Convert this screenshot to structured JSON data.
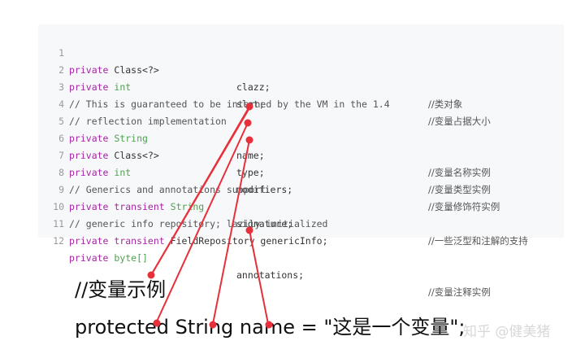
{
  "code": {
    "lines": [
      {
        "num": "1",
        "p1": "private",
        "p2": "Class<?>",
        "field": "clazz;",
        "comment": "//类对象",
        "p2class": "pl"
      },
      {
        "num": "2",
        "p1": "private",
        "p2": "int",
        "field": "slot;",
        "comment": "//变量占据大小",
        "p2class": "ty"
      },
      {
        "num": "3",
        "text": "// This is guaranteed to be interned by the VM in the 1.4"
      },
      {
        "num": "4",
        "text": "// reflection implementation"
      },
      {
        "num": "5",
        "p1": "private",
        "p2": "String",
        "field": "name;",
        "comment": "//变量名称实例",
        "p2class": "ty"
      },
      {
        "num": "6",
        "p1": "private",
        "p2": "Class<?>",
        "field": "type;",
        "comment": "//变量类型实例",
        "p2class": "pl"
      },
      {
        "num": "7",
        "p1": "private",
        "p2": "int",
        "field": "modifiers;",
        "comment": "//变量修饰符实例",
        "p2class": "ty"
      },
      {
        "num": "8",
        "text": "// Generics and annotations support"
      },
      {
        "num": "9",
        "p1": "private transient",
        "p2": "String",
        "field": "signature;",
        "comment": "//一些泛型和注解的支持",
        "p2class": "ty"
      },
      {
        "num": "10",
        "text": "// generic info repository; lazily initialized"
      },
      {
        "num": "11",
        "p1": "private transient",
        "p2": "FieldRepository genericInfo;",
        "field": "",
        "comment": "",
        "p2class": "pl"
      },
      {
        "num": "12",
        "p1": "private",
        "p2": "byte[]",
        "field": "annotations;",
        "comment": "//变量注释实例",
        "p2class": "ty"
      }
    ]
  },
  "annotation": {
    "title": "//变量示例",
    "code": "protected String name = \"这是一个变量\";"
  },
  "watermark": "知乎 @健美猪",
  "colors": {
    "keyword": "#a626a4",
    "type": "#50a14f",
    "arrow": "#e8303a"
  }
}
